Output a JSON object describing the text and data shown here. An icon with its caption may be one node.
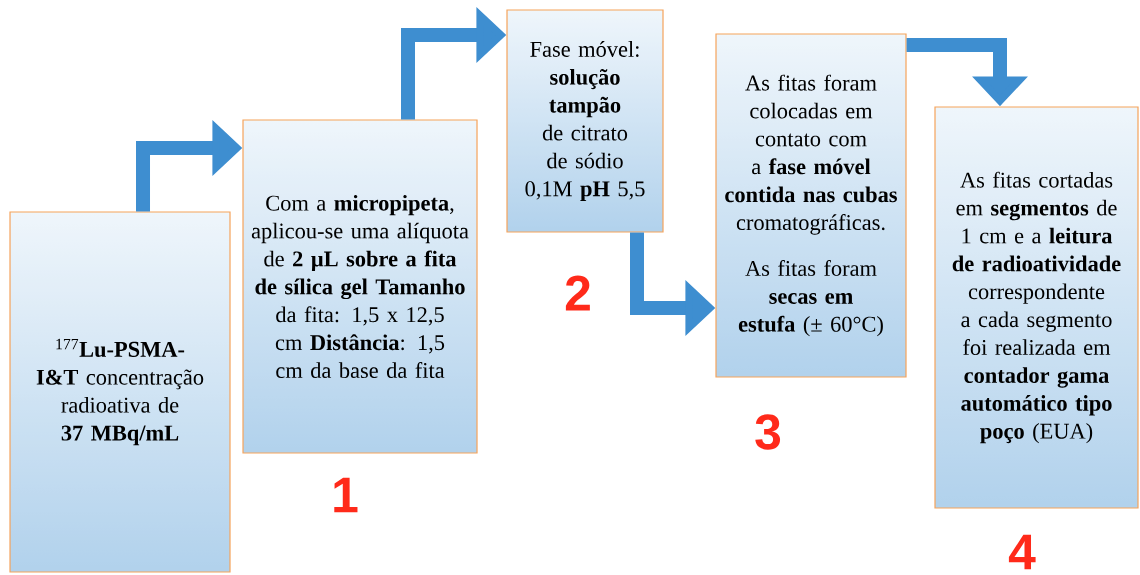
{
  "diagram": {
    "nodes": [
      {
        "text": [
          "$^{177}$**Lu-PSMA-I&T** concentração radioativa de **37 MBq/mL**"
        ]
      },
      {
        "text": [
          "Com a **micropipeta**, aplicou-se uma alíquota de **2 µL sobre a fita de sílica gel** **Tamanho** da fita: 1,5 x 12,5 cm **Distância**: 1,5 cm da base da fita"
        ]
      },
      {
        "text": [
          "Fase móvel: **solução tampão** de citrato de sódio 0,1M **pH** 5,5"
        ]
      },
      {
        "text": [
          "As fitas foram colocadas em contato com a **fase móvel contida nas cubas** cromatográficas.",
          "As fitas foram **secas em estufa** (± 60°C)"
        ]
      },
      {
        "text": [
          "As fitas cortadas em **segmentos** de 1 cm e a **leitura de radioatividade** correspondente a cada segmento foi realizada em **contador gama automático tipo poço** (EUA)"
        ]
      }
    ],
    "edges": [
      {
        "from": 0,
        "to": 1,
        "arrow": "to"
      },
      {
        "from": 1,
        "to": 2,
        "arrow": "to"
      },
      {
        "from": 2,
        "to": 3,
        "arrow": "to"
      },
      {
        "from": 3,
        "to": 4,
        "arrow": "to"
      }
    ],
    "labels": [
      "1",
      "2",
      "3",
      "4"
    ]
  }
}
